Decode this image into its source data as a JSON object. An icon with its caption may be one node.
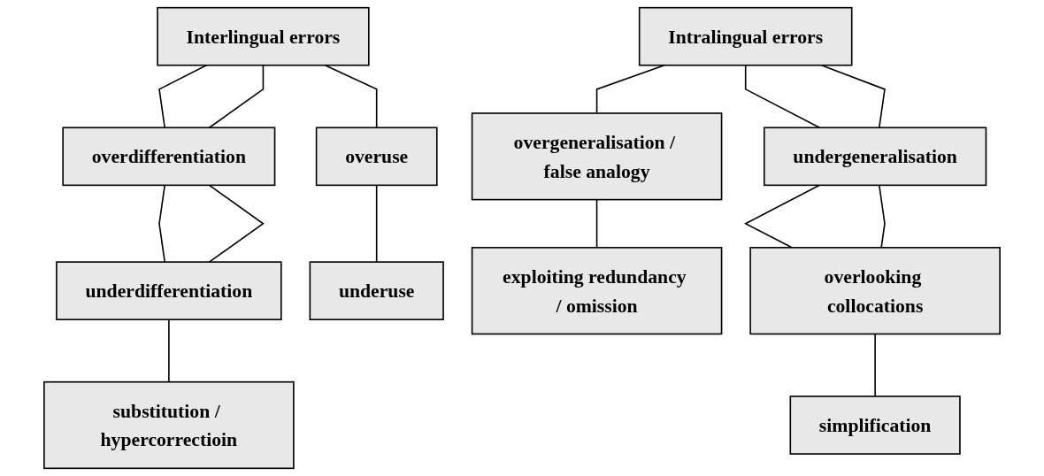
{
  "diagram": {
    "nodes": [
      {
        "text": [
          "Interlingual errors"
        ]
      },
      {
        "text": [
          "overdifferentiation"
        ]
      },
      {
        "text": [
          "overuse"
        ]
      },
      {
        "text": [
          "underdifferentiation"
        ]
      },
      {
        "text": [
          "underuse"
        ]
      },
      {
        "text": [
          "substitution / hypercorrectioin"
        ]
      },
      {
        "text": [
          "Intralingual errors"
        ]
      },
      {
        "text": [
          "overgeneralisation / false analogy"
        ]
      },
      {
        "text": [
          "undergeneralisation"
        ]
      },
      {
        "text": [
          "exploiting redundancy / omission"
        ]
      },
      {
        "text": [
          "overlooking collocations"
        ]
      },
      {
        "text": [
          "simplification"
        ]
      }
    ],
    "edges": [
      {
        "from": 0,
        "to": 1,
        "arrow": "none"
      },
      {
        "from": 0,
        "to": 1,
        "arrow": "none"
      },
      {
        "from": 0,
        "to": 2,
        "arrow": "none"
      },
      {
        "from": 1,
        "to": 3,
        "arrow": "none"
      },
      {
        "from": 1,
        "to": 3,
        "arrow": "none"
      },
      {
        "from": 2,
        "to": 4,
        "arrow": "none"
      },
      {
        "from": 3,
        "to": 5,
        "arrow": "none"
      },
      {
        "from": 6,
        "to": 7,
        "arrow": "none"
      },
      {
        "from": 6,
        "to": 8,
        "arrow": "none"
      },
      {
        "from": 6,
        "to": 8,
        "arrow": "none"
      },
      {
        "from": 7,
        "to": 9,
        "arrow": "none"
      },
      {
        "from": 8,
        "to": 10,
        "arrow": "none"
      },
      {
        "from": 8,
        "to": 10,
        "arrow": "none"
      },
      {
        "from": 10,
        "to": 11,
        "arrow": "none"
      }
    ]
  }
}
